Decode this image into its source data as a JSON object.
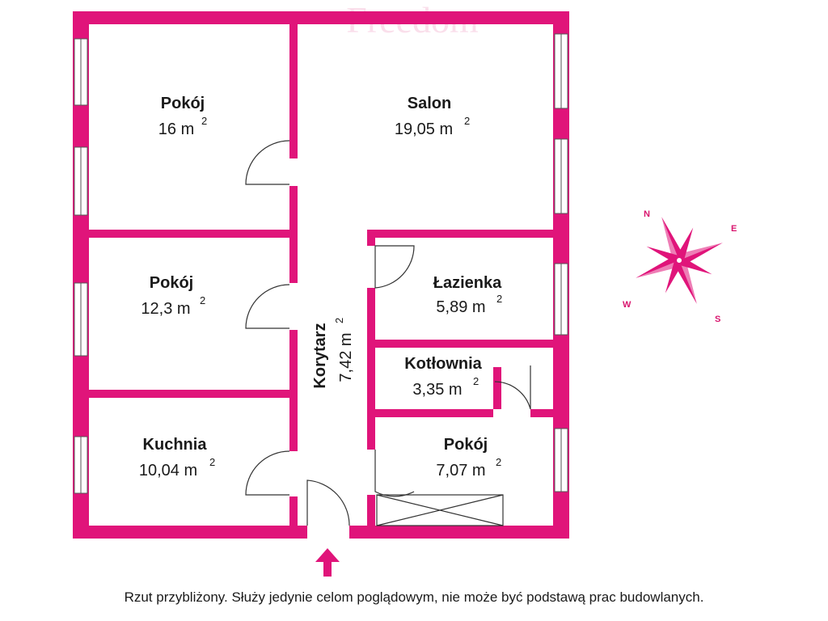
{
  "colors": {
    "wall": "#e0147a",
    "window": "#ffffff",
    "line": "#333333"
  },
  "rooms": {
    "pokoj1": {
      "name": "Pokój",
      "area": "16 m",
      "sup": "2"
    },
    "salon": {
      "name": "Salon",
      "area": "19,05 m",
      "sup": "2"
    },
    "pokoj2": {
      "name": "Pokój",
      "area": "12,3 m",
      "sup": "2"
    },
    "lazienka": {
      "name": "Łazienka",
      "area": "5,89 m",
      "sup": "2"
    },
    "korytarz": {
      "name": "Korytarz",
      "area": "7,42 m",
      "sup": "2"
    },
    "kotlownia": {
      "name": "Kotłownia",
      "area": "3,35 m",
      "sup": "2"
    },
    "kuchnia": {
      "name": "Kuchnia",
      "area": "10,04 m",
      "sup": "2"
    },
    "pokoj3": {
      "name": "Pokój",
      "area": "7,07 m",
      "sup": "2"
    }
  },
  "compass": {
    "n": "N",
    "e": "E",
    "s": "S",
    "w": "W"
  },
  "watermark": "Freedom",
  "icons": {
    "entrance": "arrow-up-icon",
    "compass": "compass-rose-icon"
  },
  "disclaimer": "Rzut przybliżony. Służy jedynie celom poglądowym, nie może być podstawą prac budowlanych."
}
